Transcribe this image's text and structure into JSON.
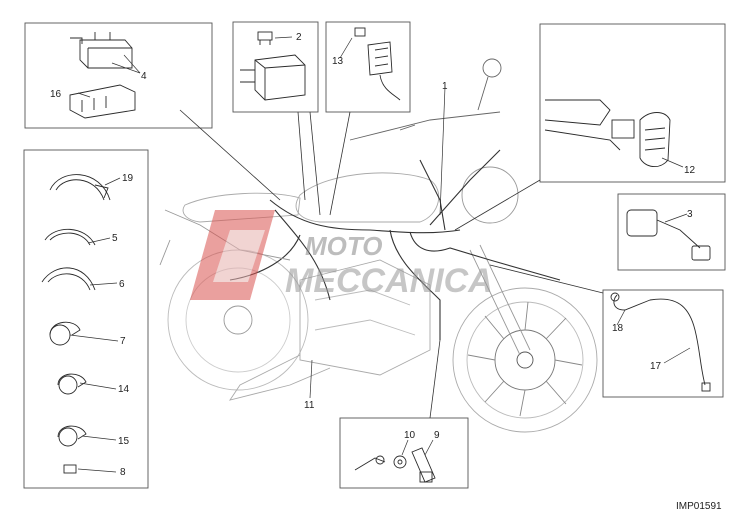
{
  "diagram": {
    "drawing_code": "IMP01591",
    "watermark": {
      "line1": "MOTO",
      "line2": "MECCANICA",
      "color": "#c0392b"
    },
    "callouts": {
      "c1": "1",
      "c2": "2",
      "c3": "3",
      "c4": "4",
      "c5": "5",
      "c6": "6",
      "c7": "7",
      "c8": "8",
      "c9": "9",
      "c10": "10",
      "c11": "11",
      "c12": "12",
      "c13": "13",
      "c14": "14",
      "c15": "15",
      "c16": "16",
      "c17": "17",
      "c18": "18",
      "c19": "19"
    },
    "parts": [
      {
        "id": "c1",
        "part": "main-wiring-harness"
      },
      {
        "id": "c2",
        "part": "fuse-box"
      },
      {
        "id": "c3",
        "part": "connector-with-cap"
      },
      {
        "id": "c4",
        "part": "relay"
      },
      {
        "id": "c5",
        "part": "cable-tie-clip"
      },
      {
        "id": "c6",
        "part": "cable-tie-clip"
      },
      {
        "id": "c7",
        "part": "cable-clamp"
      },
      {
        "id": "c8",
        "part": "small-clip"
      },
      {
        "id": "c9",
        "part": "bolt"
      },
      {
        "id": "c10",
        "part": "washer"
      },
      {
        "id": "c11",
        "part": "harness-branch"
      },
      {
        "id": "c12",
        "part": "connector-holder"
      },
      {
        "id": "c13",
        "part": "connector"
      },
      {
        "id": "c14",
        "part": "cable-clamp"
      },
      {
        "id": "c15",
        "part": "cable-clamp"
      },
      {
        "id": "c16",
        "part": "relay-holder"
      },
      {
        "id": "c17",
        "part": "cable"
      },
      {
        "id": "c18",
        "part": "sensor-lead"
      },
      {
        "id": "c19",
        "part": "cable-tie-clip"
      }
    ],
    "colors": {
      "line": "#2b2b2b",
      "frame": "#555555",
      "ghost": "#cfcfcf"
    }
  }
}
